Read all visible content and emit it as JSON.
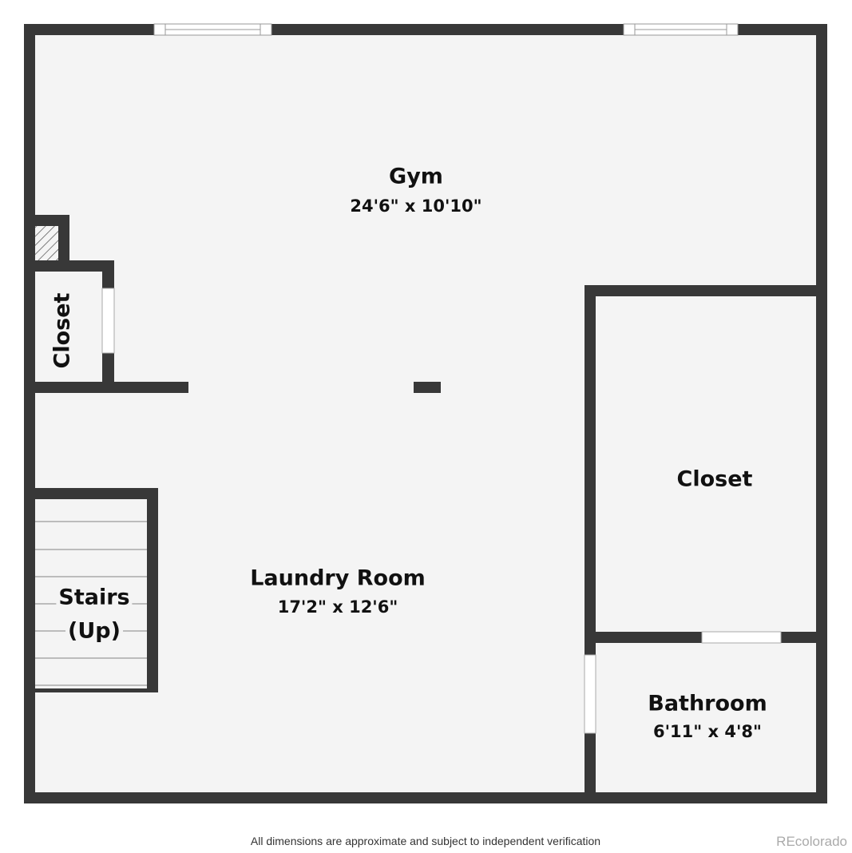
{
  "rooms": {
    "gym": {
      "name": "Gym",
      "dims": "24'6\" x 10'10\""
    },
    "closet_small": {
      "name": "Closet"
    },
    "closet_large": {
      "name": "Closet"
    },
    "laundry": {
      "name": "Laundry Room",
      "dims": "17'2\" x 12'6\""
    },
    "stairs": {
      "name": "Stairs",
      "sub": "(Up)"
    },
    "bathroom": {
      "name": "Bathroom",
      "dims": "6'11\" x 4'8\""
    }
  },
  "footer": {
    "disclaimer": "All dimensions are approximate and subject to independent verification",
    "brand": "REcolorado"
  },
  "colors": {
    "wall": "#383838",
    "floor": "#f4f4f4"
  }
}
